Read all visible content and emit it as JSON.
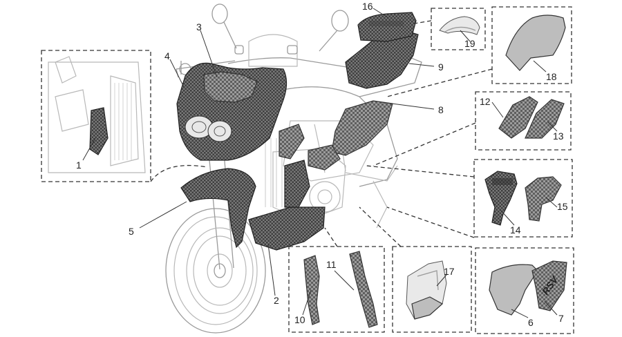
{
  "parts": [
    {
      "id": "p1",
      "number": "1"
    },
    {
      "id": "p2",
      "number": "2"
    },
    {
      "id": "p3",
      "number": "3"
    },
    {
      "id": "p4",
      "number": "4"
    },
    {
      "id": "p5",
      "number": "5"
    },
    {
      "id": "p6",
      "number": "6"
    },
    {
      "id": "p7",
      "number": "7"
    },
    {
      "id": "p8",
      "number": "8"
    },
    {
      "id": "p9",
      "number": "9"
    },
    {
      "id": "p10",
      "number": "10"
    },
    {
      "id": "p11",
      "number": "11"
    },
    {
      "id": "p12",
      "number": "12"
    },
    {
      "id": "p13",
      "number": "13"
    },
    {
      "id": "p14",
      "number": "14"
    },
    {
      "id": "p15",
      "number": "15"
    },
    {
      "id": "p16",
      "number": "16"
    },
    {
      "id": "p17",
      "number": "17"
    },
    {
      "id": "p18",
      "number": "18"
    },
    {
      "id": "p19",
      "number": "19"
    }
  ],
  "side_panel_decal": "RSV"
}
